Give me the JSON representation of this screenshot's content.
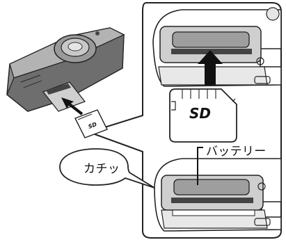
{
  "figure": {
    "callout": {
      "sound_text": "カチッ"
    },
    "labels": {
      "battery": "バッテリー"
    },
    "card": {
      "logo": "SD"
    }
  }
}
